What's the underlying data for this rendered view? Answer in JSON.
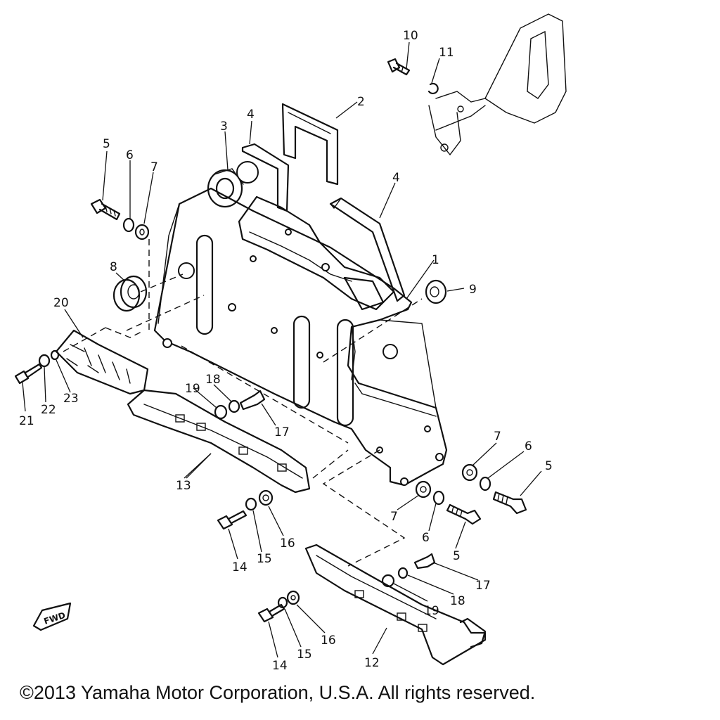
{
  "diagram": {
    "callouts": {
      "c1": "1",
      "c2": "2",
      "c3": "3",
      "c4a": "4",
      "c4b": "4",
      "c5a": "5",
      "c5b": "5",
      "c5c": "5",
      "c6a": "6",
      "c6b": "6",
      "c6c": "6",
      "c7a": "7",
      "c7b": "7",
      "c7c": "7",
      "c8": "8",
      "c9": "9",
      "c10": "10",
      "c11": "11",
      "c12": "12",
      "c13": "13",
      "c14a": "14",
      "c14b": "14",
      "c15a": "15",
      "c15b": "15",
      "c16a": "16",
      "c16b": "16",
      "c17a": "17",
      "c17b": "17",
      "c18a": "18",
      "c18b": "18",
      "c19a": "19",
      "c19b": "19",
      "c20": "20",
      "c21": "21",
      "c22": "22",
      "c23": "23"
    },
    "fwd_label": "FWD"
  },
  "footer": {
    "copyright": "©2013 Yamaha Motor Corporation, U.S.A. All rights reserved."
  }
}
